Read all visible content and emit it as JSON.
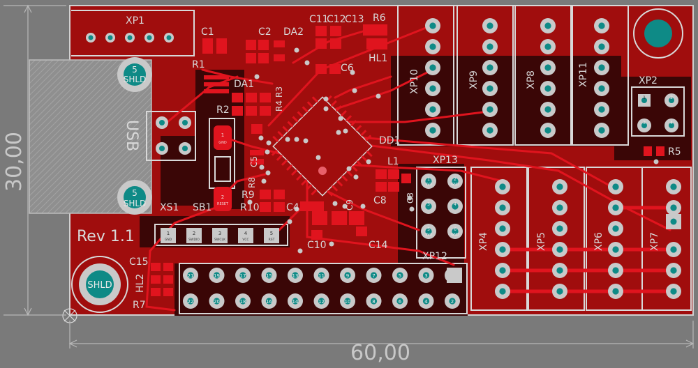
{
  "colors": {
    "background": "#7a7a7a",
    "board": "#a00d0d",
    "copper": "#e0141e",
    "trace_dark": "#3a0606",
    "silkscreen": "#d8d8d8",
    "pad": "#c9c9c9",
    "via_hole": "#0e8a86"
  },
  "board": {
    "revision": "Rev 1.1",
    "usb_label": "USB",
    "dimensions": {
      "width": "60,00",
      "height": "30,00"
    }
  },
  "designators": {
    "XP1": "XP1",
    "C1": "C1",
    "C2": "C2",
    "DA2": "DA2",
    "C11": "C11",
    "C12": "C12",
    "C13": "C13",
    "R6": "R6",
    "HL1": "HL1",
    "R1": "R1",
    "R2": "R2",
    "R3": "R3",
    "R4": "R4",
    "DA1": "DA1",
    "C6": "C6",
    "XP10": "XP10",
    "XP9": "XP9",
    "XP8": "XP8",
    "XP11": "XP11",
    "XP2": "XP2",
    "R5": "R5",
    "DD1": "DD1",
    "L1": "L1",
    "C8": "C8",
    "C3": "C3",
    "XP13": "XP13",
    "R8": "R8",
    "R9": "R9",
    "R10": "R10",
    "C4": "C4",
    "C5": "C5",
    "C9": "C9",
    "C10": "C10",
    "C14": "C14",
    "C15": "C15",
    "XS1": "XS1",
    "SB1": "SB1",
    "HL2": "HL2",
    "R7": "R7",
    "XP12": "XP12",
    "XP4": "XP4",
    "XP5": "XP5",
    "XP6": "XP6",
    "XP7": "XP7"
  },
  "mount_pads": [
    {
      "num": "5",
      "label": "SHLD"
    },
    {
      "num": "5",
      "label": "SHLD"
    },
    {
      "label": "SHLD"
    }
  ],
  "xs1_pins": [
    "1",
    "2",
    "3",
    "4",
    "5"
  ],
  "xs1_pin_labels": [
    "GND",
    "SWDIO",
    "SWCLK",
    "VCC",
    "RST"
  ],
  "sb_pads": [
    "GND",
    "RESET"
  ],
  "xp2_pins": [
    "1",
    "2",
    "3",
    "4"
  ],
  "xp13_pins": [
    {
      "n": "1",
      "t": "3V3"
    },
    {
      "n": "2",
      "t": "GND"
    },
    {
      "n": "3",
      "t": ""
    },
    {
      "n": "4",
      "t": ""
    },
    {
      "n": "5",
      "t": "3V3"
    },
    {
      "n": "6",
      "t": "GND"
    }
  ],
  "xp12_top": [
    "21",
    "19",
    "17",
    "15",
    "13",
    "11",
    "9",
    "7",
    "5",
    "3",
    "1"
  ],
  "xp12_bottom": [
    "22",
    "20",
    "18",
    "16",
    "14",
    "12",
    "10",
    "8",
    "6",
    "4",
    "2"
  ]
}
